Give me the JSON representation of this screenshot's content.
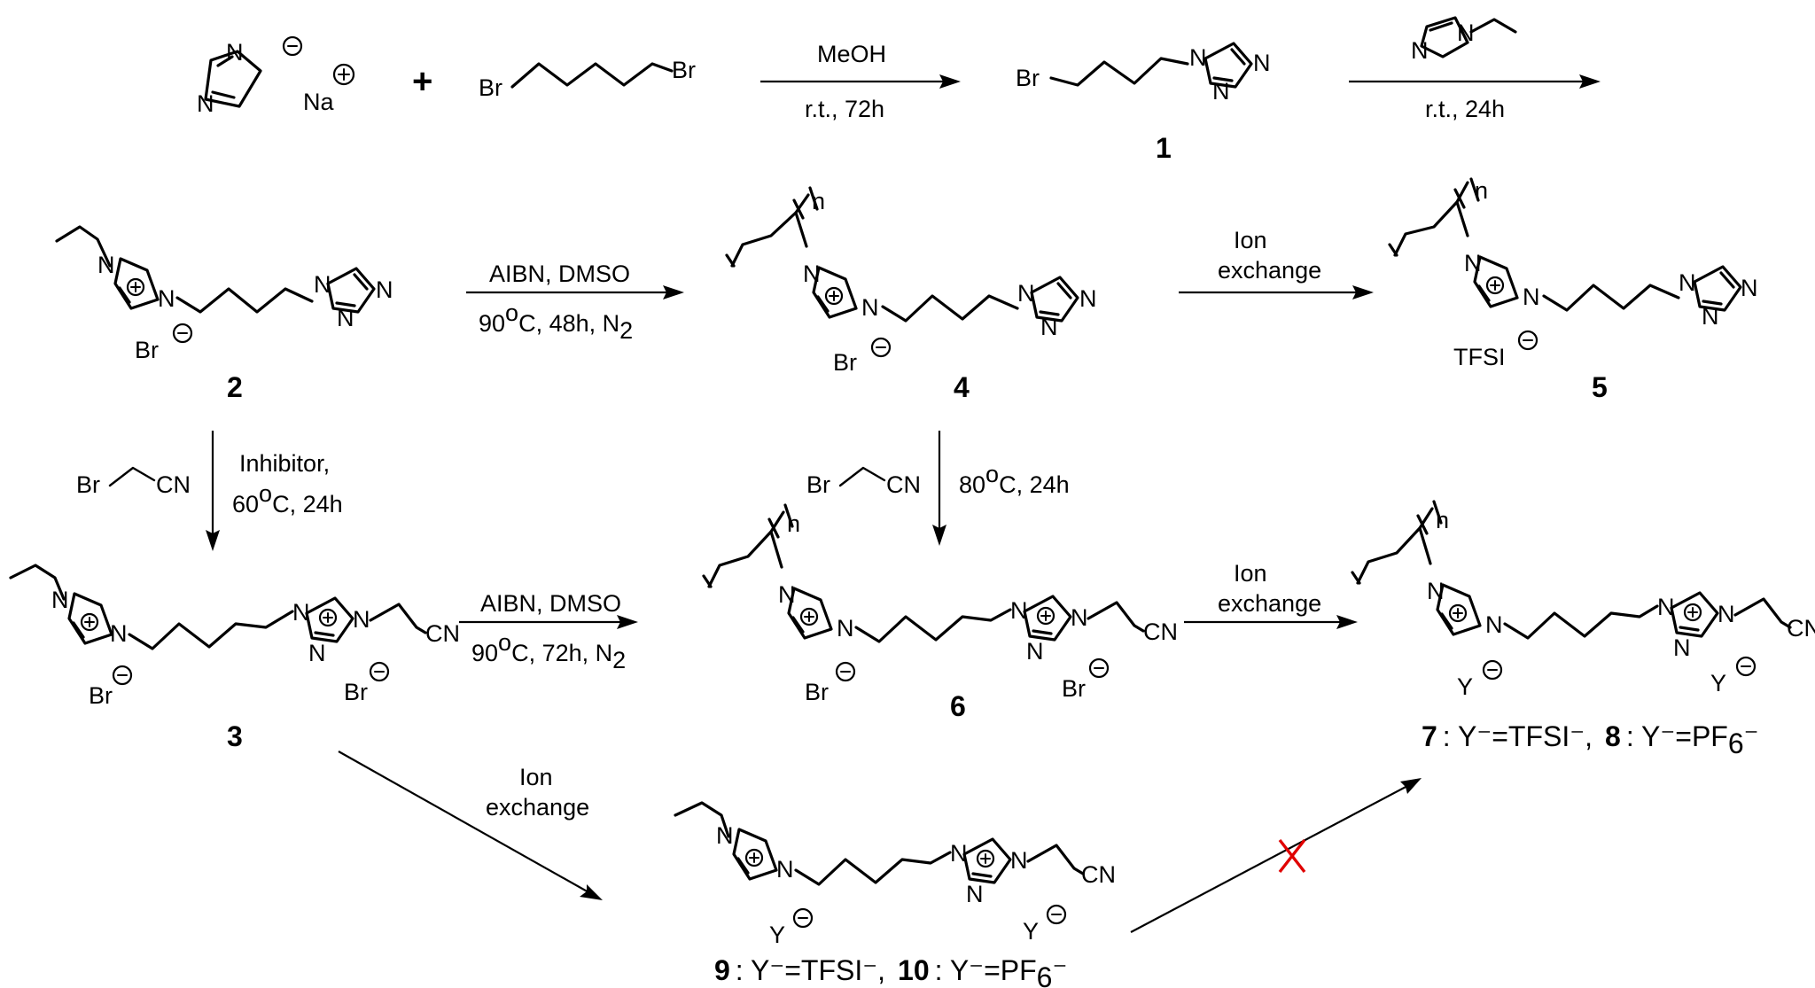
{
  "colors": {
    "ink": "#000000",
    "blocked_mark": "#e00000"
  },
  "atoms": {
    "N": "N",
    "Na": "Na",
    "Br": "Br",
    "CN": "CN",
    "n": "n",
    "TFSI": "TFSI",
    "Y": "Y"
  },
  "signs": {
    "plus_sign": "+",
    "minus_sign": "−"
  },
  "compounds": {
    "c1": "1",
    "c2": "2",
    "c3": "3",
    "c4": "4",
    "c5": "5",
    "c6": "6",
    "legend_7_8": {
      "num7": "7",
      "text7": ": Y⁻=TFSI⁻,",
      "num8": "8",
      "text8": ": Y⁻=PF",
      "sub8": "6",
      "tail8": "⁻"
    },
    "legend_9_10": {
      "num9": "9",
      "text9": ": Y⁻=TFSI⁻,",
      "num10": "10",
      "text10": ": Y⁻=PF",
      "sub10": "6",
      "tail10": "⁻"
    }
  },
  "reactions": {
    "r1": {
      "above": "MeOH",
      "below": "r.t., 72h"
    },
    "r2": {
      "below": "r.t., 24h"
    },
    "r3": {
      "above": "AIBN, DMSO",
      "below_main": "90",
      "below_sup": "o",
      "below_rest": "C, 48h, N",
      "below_sub": "2"
    },
    "r4": {
      "line1": "Ion",
      "line2": "exchange"
    },
    "r5": {
      "line1": "Inhibitor,",
      "line2_main": "60",
      "line2_sup": "o",
      "line2_rest": "C, 24h"
    },
    "r6": {
      "line_main": "80",
      "line_sup": "o",
      "line_rest": "C, 24h"
    },
    "r7": {
      "above": "AIBN, DMSO",
      "below_main": "90",
      "below_sup": "o",
      "below_rest": "C, 72h, N",
      "below_sub": "2"
    },
    "r8": {
      "line1": "Ion",
      "line2": "exchange"
    },
    "r9": {
      "line1": "Ion",
      "line2": "exchange"
    },
    "r10": {
      "blocked_mark": "X"
    }
  },
  "icons": {
    "arrowhead": "filled-triangle",
    "blocked": "red-x"
  }
}
